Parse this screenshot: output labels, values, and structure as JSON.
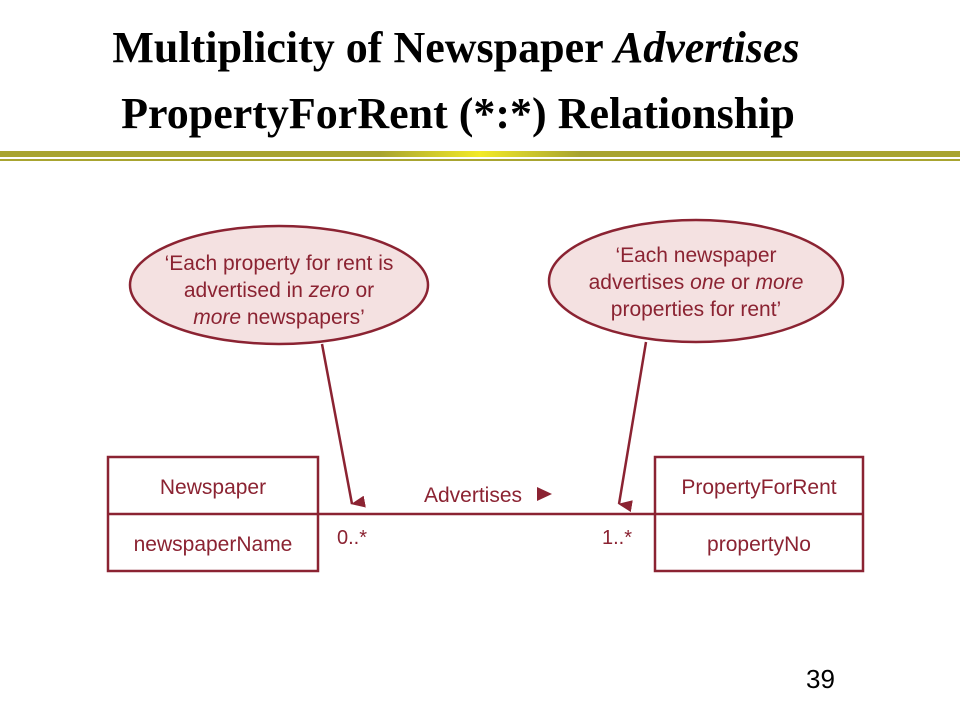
{
  "slide": {
    "title_line_1_prefix": "Multiplicity of Newspaper ",
    "title_line_1_italic": "Advertises",
    "title_line_2": "PropertyForRent (*:*) Relationship",
    "page_number": "39"
  },
  "diagram": {
    "left_note": {
      "line_1": "‘Each property for rent is",
      "line_2_prefix": "advertised in ",
      "line_2_italic": "zero",
      "line_2_suffix": " or",
      "line_3_italic": "more",
      "line_3_suffix": " newspapers’"
    },
    "right_note": {
      "line_1": "‘Each newspaper",
      "line_2_prefix": "advertises ",
      "line_2_italic_1": "one",
      "line_2_middle": " or ",
      "line_2_italic_2": "more",
      "line_3": "properties for rent’"
    },
    "left_class": {
      "name": "Newspaper",
      "attribute": "newspaperName"
    },
    "right_class": {
      "name": "PropertyForRent",
      "attribute": "propertyNo"
    },
    "association": {
      "label": "Advertises",
      "left_multiplicity": "0..*",
      "right_multiplicity": "1..*"
    },
    "colors": {
      "line": "#8b2332",
      "note_fill": "#f4e1e1",
      "text": "#8b2332"
    }
  }
}
